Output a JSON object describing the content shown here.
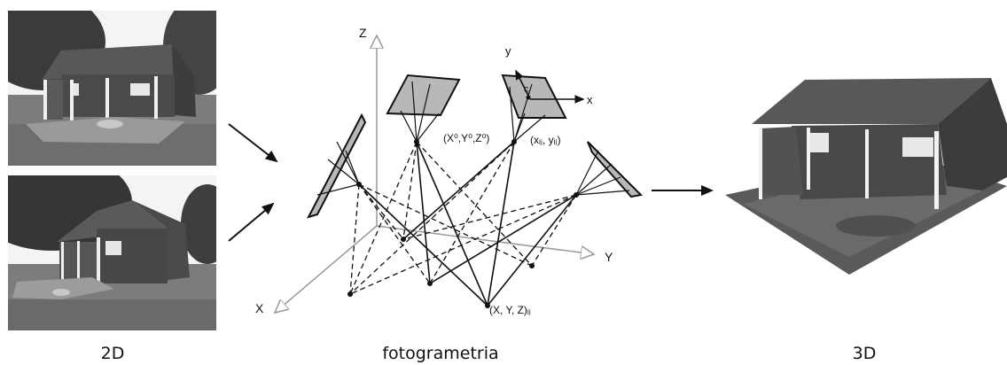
{
  "captions": {
    "left": "2D",
    "center": "fotogrametria",
    "right": "3D"
  },
  "diagram": {
    "axes": {
      "x": "X",
      "y": "Y",
      "z": "Z"
    },
    "camera_axes": {
      "x": "x",
      "y": "y",
      "c": "c"
    },
    "projection_center_label": "(X⁰,Y⁰,Z⁰)",
    "image_point_label": "(xᵢⱼ, yᵢⱼ)",
    "object_point_label": "(X, Y, Z)ᵢⱼ"
  },
  "colors": {
    "photo_sky": "#f2f2f2",
    "tree": "#3a3a3a",
    "roof": "#555555",
    "wall": "#4a4a4a",
    "grass": "#7a7a7a",
    "camera_fill": "#b8b8b8",
    "axis": "#9a9a9a"
  },
  "icons": {
    "arrow": "arrow-icon"
  }
}
